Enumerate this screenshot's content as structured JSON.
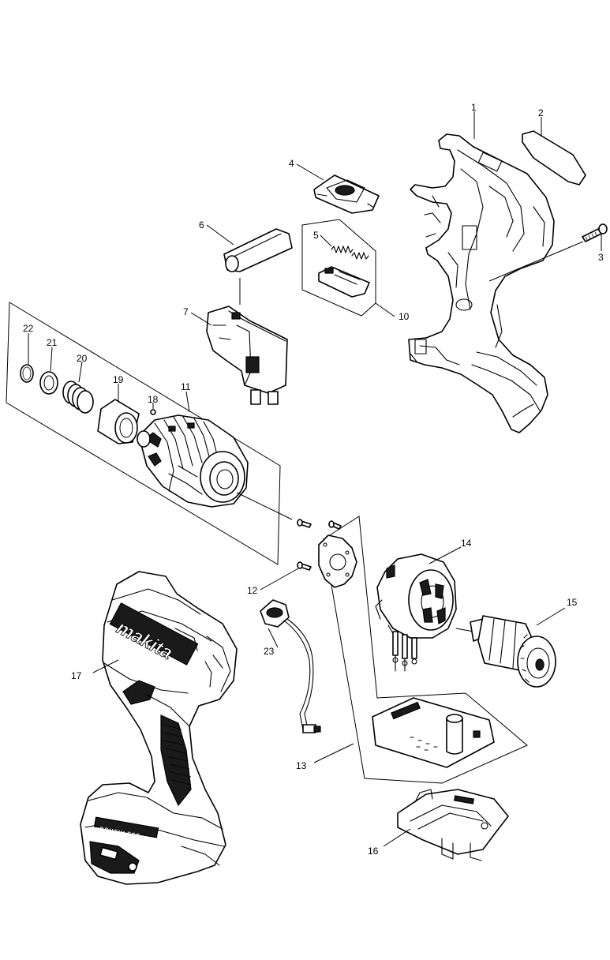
{
  "callouts": {
    "c1": "1",
    "c2": "2",
    "c3": "3",
    "c4": "4",
    "c5": "5",
    "c6": "6",
    "c7": "7",
    "c10": "10",
    "c11": "11",
    "c12": "12",
    "c13": "13",
    "c14": "14",
    "c15": "15",
    "c16": "16",
    "c17": "17",
    "c18": "18",
    "c19": "19",
    "c20": "20",
    "c21": "21",
    "c22": "22",
    "c23": "23"
  },
  "housing": {
    "brand_logo": "makita",
    "badge": "BRUSHLESS"
  }
}
